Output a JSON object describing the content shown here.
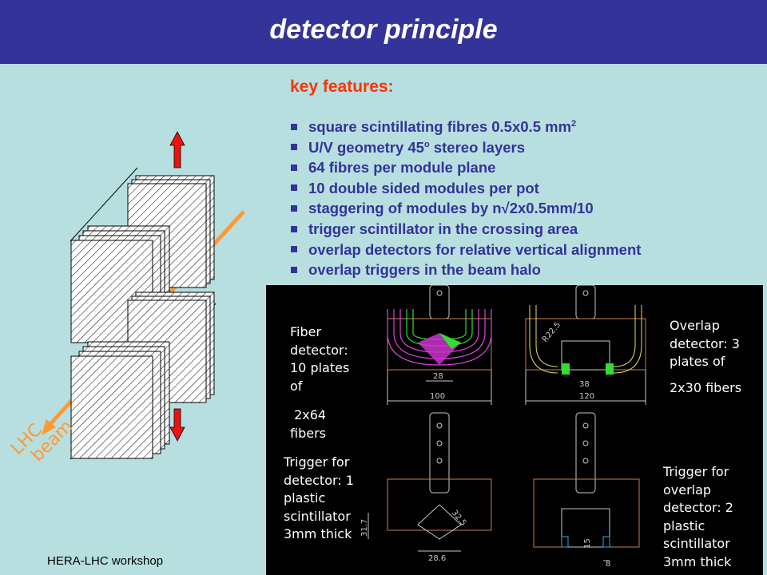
{
  "slide": {
    "title": "detector principle",
    "key_features_heading": "key features:",
    "features": [
      {
        "text": "square scintillating fibres 0.5x0.5 mm",
        "sup": "2",
        "after": ""
      },
      {
        "text": "U/V geometry 45",
        "sup": "o",
        "after": " stereo layers"
      },
      {
        "text": "64 fibres per module plane",
        "sup": "",
        "after": ""
      },
      {
        "text": "10 double sided modules per pot",
        "sup": "",
        "after": ""
      },
      {
        "text": "staggering of modules by n√2x0.5mm/10",
        "sup": "",
        "after": ""
      },
      {
        "text": "trigger scintillator in the crossing area",
        "sup": "",
        "after": ""
      },
      {
        "text": "overlap detectors for relative vertical alignment",
        "sup": "",
        "after": ""
      },
      {
        "text": "overlap triggers in the beam halo",
        "sup": "",
        "after": ""
      }
    ],
    "footer": "HERA-LHC workshop",
    "beam_label_1": "LHC",
    "beam_label_2": "beam"
  },
  "drawings": {
    "fiber": {
      "lines": [
        "Fiber",
        "detector:",
        "10 plates",
        "of"
      ],
      "lines2": [
        " 2x64",
        "fibers"
      ]
    },
    "overlap": {
      "lines": [
        "Overlap",
        "detector: 3",
        "plates of"
      ],
      "lines2": [
        "2x30 fibers"
      ]
    },
    "trigger": {
      "lines": [
        "Trigger for",
        "detector: 1",
        "plastic",
        "scintillator",
        "3mm thick"
      ]
    },
    "trigger_overlap": {
      "lines": [
        "Trigger for",
        "overlap",
        "detector: 2",
        "plastic",
        "scintillator",
        "3mm thick"
      ]
    },
    "dims": {
      "d28": "28",
      "d100": "100",
      "r225": "R22.5",
      "d38": "38",
      "d120": "120",
      "d325": "32.5",
      "d317": "31.7",
      "d286": "28.6",
      "d15": "15",
      "d8": "8"
    }
  },
  "colors": {
    "title_bar": "#333399",
    "background": "#b8dfe0",
    "key_features": "#ff3300",
    "feature_text": "#333399",
    "beam": "#ff9933",
    "arrow": "#ee1111"
  }
}
